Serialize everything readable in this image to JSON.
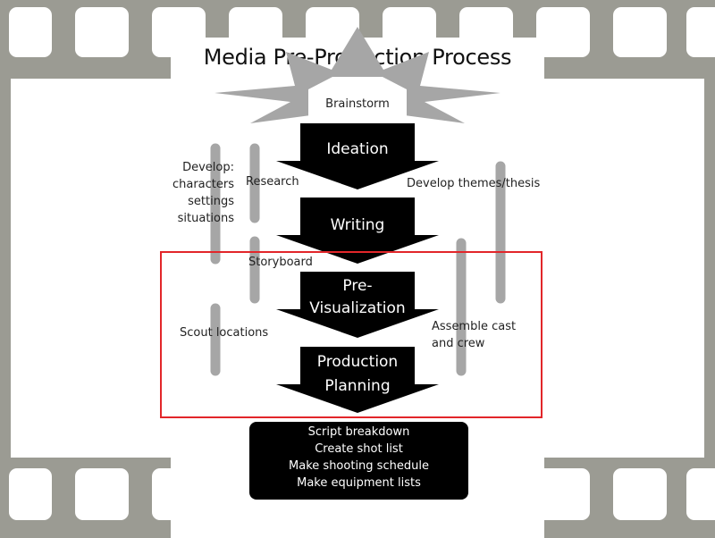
{
  "title": "Media Pre-Production Process",
  "start_label": "Brainstorm",
  "stages": [
    {
      "label": "Ideation"
    },
    {
      "label": "Writing"
    },
    {
      "label_line1": "Pre-",
      "label_line2": "Visualization"
    },
    {
      "label_line1": "Production",
      "label_line2": "Planning"
    }
  ],
  "side_notes": {
    "develop": [
      "Develop:",
      "characters",
      "settings",
      "situations"
    ],
    "research": "Research",
    "themes": "Develop themes/thesis",
    "storyboard": "Storyboard",
    "scout": "Scout locations",
    "cast": [
      "Assemble cast",
      "and crew"
    ]
  },
  "outputs": [
    "Script breakdown",
    "Create shot list",
    "Make shooting schedule",
    "Make equipment lists"
  ],
  "colors": {
    "film_strip": "#9b9b93",
    "arrows": "#000000",
    "starburst": "#a6a6a6",
    "bars": "#a6a6a6",
    "highlight": "#e2262a"
  }
}
